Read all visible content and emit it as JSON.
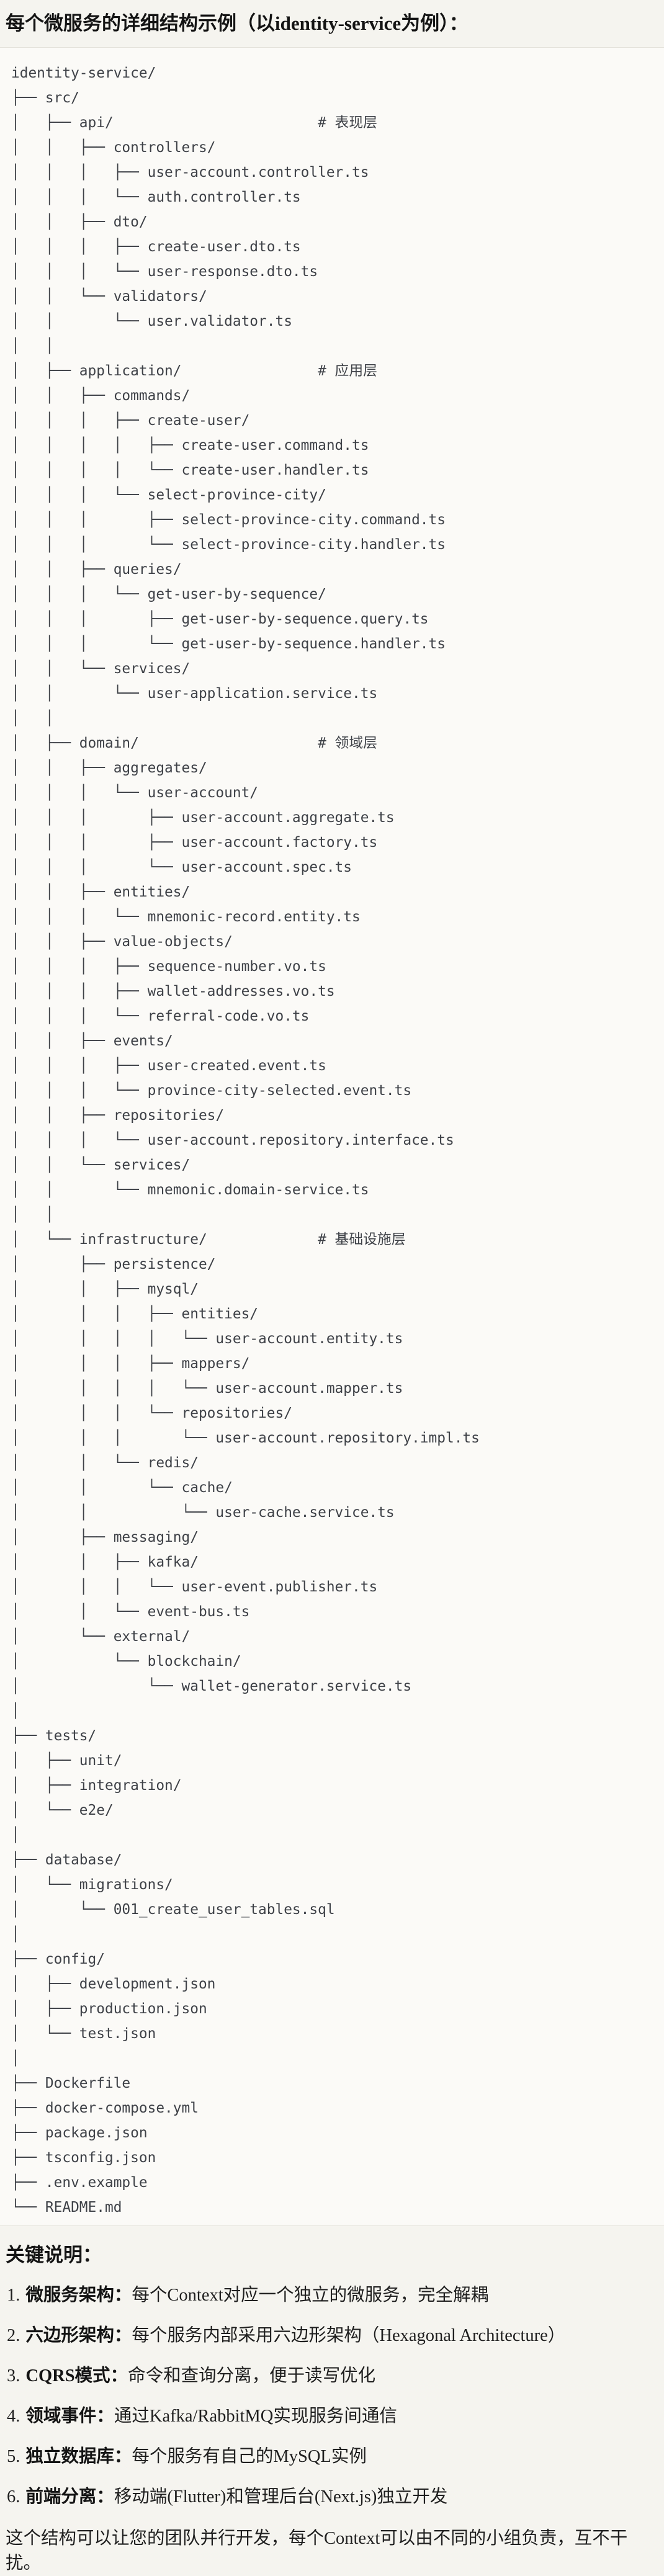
{
  "title": "每个微服务的详细结构示例（以identity-service为例）：",
  "colors": {
    "page_bg": "#F5F4EF",
    "code_bg": "#FBFAF7",
    "code_border": "#E4E2DB",
    "code_text": "#3E4147",
    "text": "#1F1F1F"
  },
  "code_block": {
    "tree_lines": [
      "identity-service/",
      "├── src/",
      "│   ├── api/                        # 表现层",
      "│   │   ├── controllers/",
      "│   │   │   ├── user-account.controller.ts",
      "│   │   │   └── auth.controller.ts",
      "│   │   ├── dto/",
      "│   │   │   ├── create-user.dto.ts",
      "│   │   │   └── user-response.dto.ts",
      "│   │   └── validators/",
      "│   │       └── user.validator.ts",
      "│   │",
      "│   ├── application/                # 应用层",
      "│   │   ├── commands/",
      "│   │   │   ├── create-user/",
      "│   │   │   │   ├── create-user.command.ts",
      "│   │   │   │   └── create-user.handler.ts",
      "│   │   │   └── select-province-city/",
      "│   │   │       ├── select-province-city.command.ts",
      "│   │   │       └── select-province-city.handler.ts",
      "│   │   ├── queries/",
      "│   │   │   └── get-user-by-sequence/",
      "│   │   │       ├── get-user-by-sequence.query.ts",
      "│   │   │       └── get-user-by-sequence.handler.ts",
      "│   │   └── services/",
      "│   │       └── user-application.service.ts",
      "│   │",
      "│   ├── domain/                     # 领域层",
      "│   │   ├── aggregates/",
      "│   │   │   └── user-account/",
      "│   │   │       ├── user-account.aggregate.ts",
      "│   │   │       ├── user-account.factory.ts",
      "│   │   │       └── user-account.spec.ts",
      "│   │   ├── entities/",
      "│   │   │   └── mnemonic-record.entity.ts",
      "│   │   ├── value-objects/",
      "│   │   │   ├── sequence-number.vo.ts",
      "│   │   │   ├── wallet-addresses.vo.ts",
      "│   │   │   └── referral-code.vo.ts",
      "│   │   ├── events/",
      "│   │   │   ├── user-created.event.ts",
      "│   │   │   └── province-city-selected.event.ts",
      "│   │   ├── repositories/",
      "│   │   │   └── user-account.repository.interface.ts",
      "│   │   └── services/",
      "│   │       └── mnemonic.domain-service.ts",
      "│   │",
      "│   └── infrastructure/             # 基础设施层",
      "│       ├── persistence/",
      "│       │   ├── mysql/",
      "│       │   │   ├── entities/",
      "│       │   │   │   └── user-account.entity.ts",
      "│       │   │   ├── mappers/",
      "│       │   │   │   └── user-account.mapper.ts",
      "│       │   │   └── repositories/",
      "│       │   │       └── user-account.repository.impl.ts",
      "│       │   └── redis/",
      "│       │       └── cache/",
      "│       │           └── user-cache.service.ts",
      "│       ├── messaging/",
      "│       │   ├── kafka/",
      "│       │   │   └── user-event.publisher.ts",
      "│       │   └── event-bus.ts",
      "│       └── external/",
      "│           └── blockchain/",
      "│               └── wallet-generator.service.ts",
      "│",
      "├── tests/",
      "│   ├── unit/",
      "│   ├── integration/",
      "│   └── e2e/",
      "│",
      "├── database/",
      "│   └── migrations/",
      "│       └── 001_create_user_tables.sql",
      "│",
      "├── config/",
      "│   ├── development.json",
      "│   ├── production.json",
      "│   └── test.json",
      "│",
      "├── Dockerfile",
      "├── docker-compose.yml",
      "├── package.json",
      "├── tsconfig.json",
      "├── .env.example",
      "└── README.md"
    ]
  },
  "notes": {
    "heading": "关键说明：",
    "items": [
      {
        "num": "1.",
        "label": "微服务架构：",
        "text": "每个Context对应一个独立的微服务，完全解耦"
      },
      {
        "num": "2.",
        "label": "六边形架构：",
        "text": "每个服务内部采用六边形架构（Hexagonal Architecture）"
      },
      {
        "num": "3.",
        "label": "CQRS模式：",
        "text": "命令和查询分离，便于读写优化"
      },
      {
        "num": "4.",
        "label": "领域事件：",
        "text": "通过Kafka/RabbitMQ实现服务间通信"
      },
      {
        "num": "5.",
        "label": "独立数据库：",
        "text": "每个服务有自己的MySQL实例"
      },
      {
        "num": "6.",
        "label": "前端分离：",
        "text": "移动端(Flutter)和管理后台(Next.js)独立开发"
      }
    ],
    "closing": "这个结构可以让您的团队并行开发，每个Context可以由不同的小组负责，互不干扰。"
  }
}
